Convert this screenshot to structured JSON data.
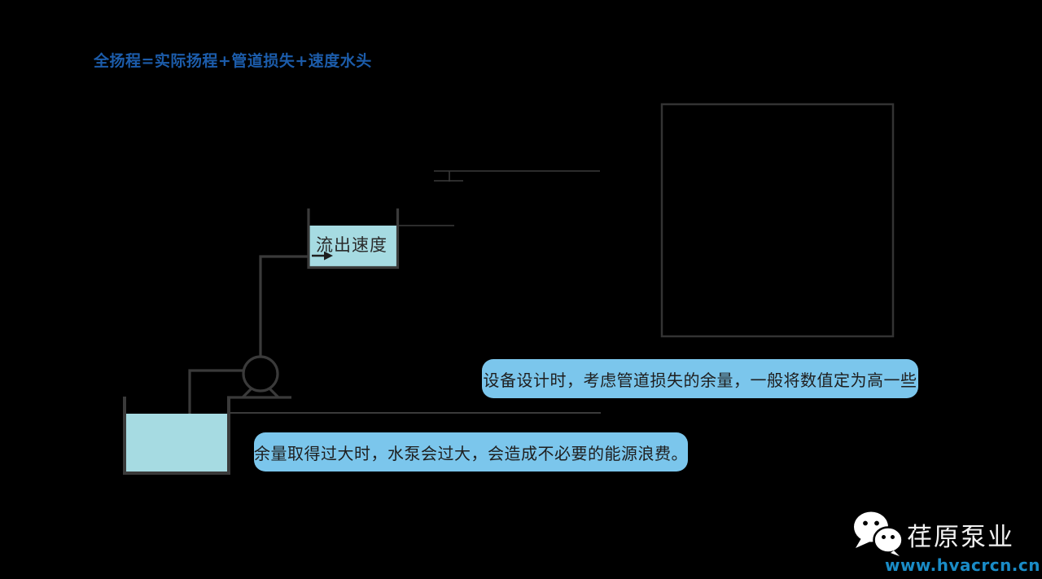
{
  "title": "全扬程=实际扬程+管道损失+速度水头",
  "diagram": {
    "outflow_label": "流出速度",
    "parts": {
      "discharge_tank": "upper discharge tank with water",
      "suction_tank": "lower suction tank with water",
      "pump": "centrifugal pump symbol",
      "empty_panel": "empty bordered rectangle panel"
    }
  },
  "callouts": [
    {
      "text": "设备设计时，考虑管道损失的余量，一般将数值定为高一些"
    },
    {
      "text": "余量取得过大时，水泵会过大，会造成不必要的能源浪费。"
    }
  ],
  "footer": {
    "brand": "荏原泵业",
    "url": "www.hvacrcn.cn"
  },
  "colors": {
    "background": "#000000",
    "title_blue": "#1c5caa",
    "line_gray": "#3a3a3a",
    "panel_border": "#333333",
    "water_cyan": "#a6dbe2",
    "callout_blue": "#7bc6ec",
    "callout_text": "#1e1e1e",
    "url_blue": "#1a8cc7",
    "brand_white": "#f2f2f2",
    "arrow_dark": "#1f1f1f"
  }
}
